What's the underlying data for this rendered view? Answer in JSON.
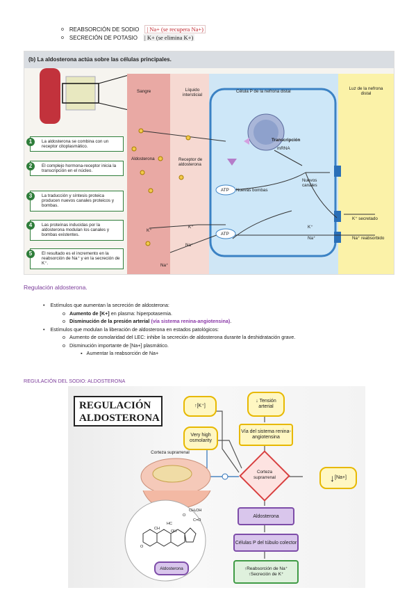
{
  "top_list": [
    {
      "label": "REABSORCIÓN DE SODIO",
      "note": "| Na+ (se recupera Na+)"
    },
    {
      "label": "SECRECIÓN DE POTASIO",
      "note": "| K+ (se elimina K+)"
    }
  ],
  "fig1": {
    "caption": "(b) La aldosterona actúa sobre las células principales.",
    "col_sangre": "Sangre",
    "col_liquido": "Líquido intersticial",
    "col_celula": "Célula P de la nefrona distal",
    "col_luz": "Luz de la nefrona distal",
    "steps": [
      {
        "n": "1",
        "text": "La aldosterona se combina con un receptor citoplasmático."
      },
      {
        "n": "2",
        "text": "El complejo hormona-receptor inicia la transcripción en el núcleo."
      },
      {
        "n": "3",
        "text": "La traducción y síntesis proteica producen nuevos canales proteicos y bombas."
      },
      {
        "n": "4",
        "text": "Las proteínas inducidas por la aldosterona modulan los canales y bombas existentes."
      },
      {
        "n": "5",
        "text": "El resultado es el incremento en la reabsorción de Na⁺ y en la secreción de K⁺."
      }
    ],
    "labels": {
      "aldosterona": "Aldosterona",
      "receptor": "Receptor de aldosterona",
      "transcripcion": "Transcripción",
      "mrna": "mRNA",
      "atp": "ATP",
      "nuevas_bombas": "Nuevas bombas",
      "nuevos_canales": "Nuevos canales",
      "k_secretado": "K⁺ secretado",
      "na_reabsorbido": "Na⁺ reabsorbido",
      "k": "K⁺",
      "na": "Na⁺"
    }
  },
  "section_title": "Regulación aldosterona.",
  "bullets": {
    "b1": "Estímulos que aumentan la secreción de aldosterona:",
    "b1a_bold": "Aumento de [K+]",
    "b1a_rest": " en plasma: hiperpotasemia.",
    "b1b_bold": "Disminución de la presión arterial",
    "b1b_purple": "(vía sistema renina-angiotensina)",
    "b1b_end": ".",
    "b2": "Estímulos que modulan la liberación de aldosterona en estados patológicos:",
    "b2a": "Aumento de osmolaridad del LEC: inhibe la secreción de aldosterona durante la deshidratación grave.",
    "b2b": "Disminución importante de [Na+] plasmático.",
    "b2b1": "Aumentar la reabsorción de Na+"
  },
  "heading2": "REGULACIÓN DEL SODIO: ALDOSTERONA",
  "fig2": {
    "title_line1": "REGULACIÓN",
    "title_line2": "ALDOSTERONA",
    "k_box": "↑[K⁺]",
    "tension_box": "↓ Tensión arterial",
    "osmolarity_box": "Very high osmolarity",
    "via_box": "Vía del sistema renina-angiotensina",
    "corteza_label": "Corteza suprarrenal",
    "corteza_diamond": "Corteza suprarrenal",
    "na_box": "[Na+]",
    "aldosterona_box": "Aldosterona",
    "celulas_box": "Células P del túbulo colector",
    "result1": "↑Reabsorción de Na⁺",
    "result2": "↑Secreción de K⁺",
    "aldosterona_label": "Aldosterona",
    "chem1": "CH₂OH",
    "chem2": "C=O",
    "chem3": "O",
    "chem4": "HC",
    "chem5": "OH",
    "chem6": "CH",
    "minus": "−"
  }
}
